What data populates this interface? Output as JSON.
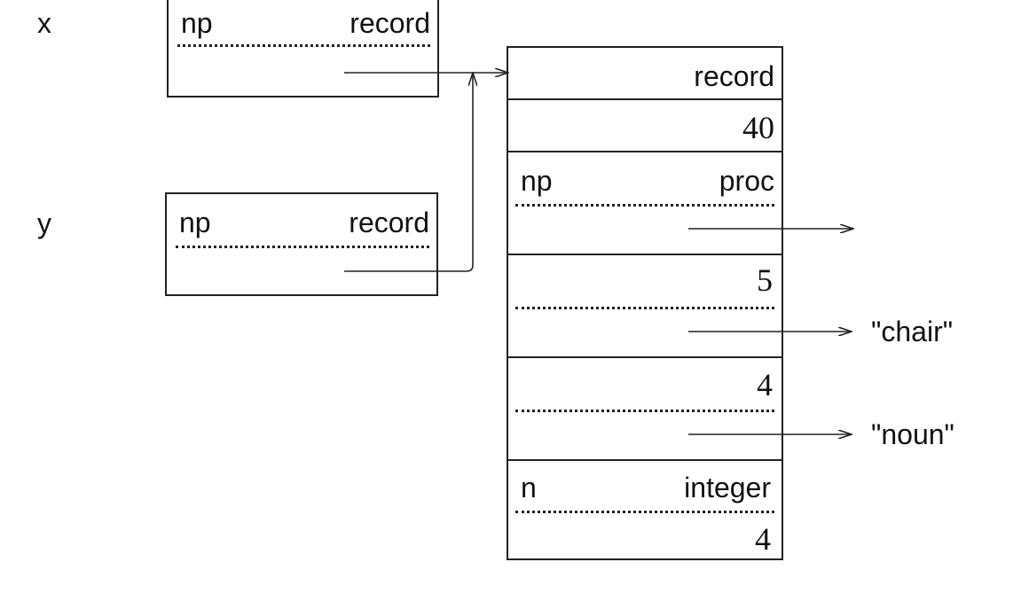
{
  "variables": {
    "x": {
      "name": "x",
      "type_left": "np",
      "type_right": "record"
    },
    "y": {
      "name": "y",
      "type_left": "np",
      "type_right": "record"
    }
  },
  "record_block": {
    "header_type": "record",
    "size": "40",
    "field_np": {
      "left": "np",
      "right": "proc"
    },
    "field_chair": {
      "length": "5",
      "target": "\"chair\""
    },
    "field_noun": {
      "length": "4",
      "target": "\"noun\""
    },
    "field_n": {
      "left": "n",
      "right": "integer",
      "value": "4"
    }
  }
}
